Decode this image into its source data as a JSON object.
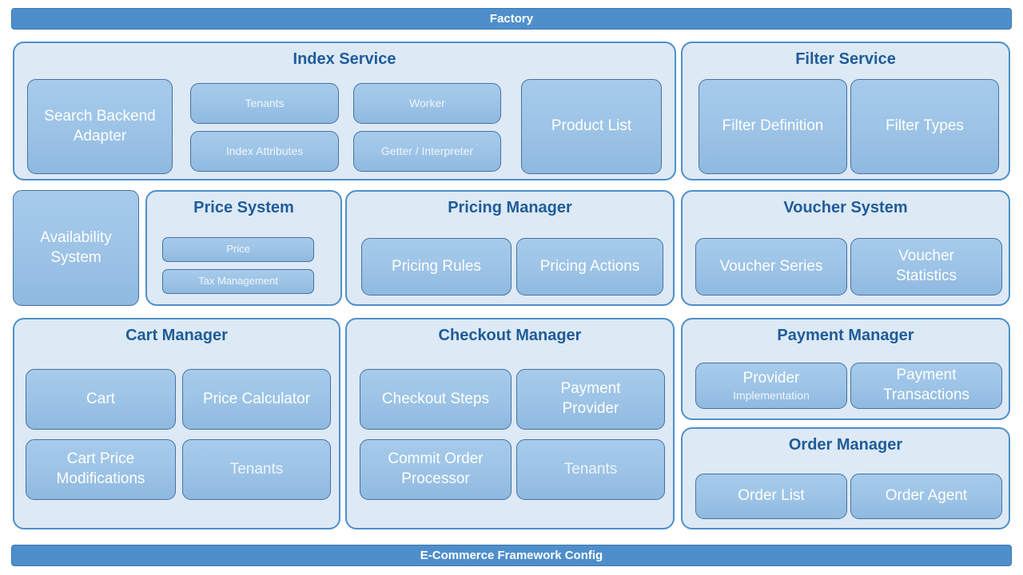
{
  "colors": {
    "bar_blue": "#4e8fcb",
    "bar_border": "#3a78b0",
    "container_fill": "#dde9f5",
    "container_border": "#4e8fcb",
    "box_fill": "#9cc3e6",
    "box_border": "#4472a4",
    "title_text": "#1f5c99"
  },
  "top_bar": {
    "label": "Factory"
  },
  "bottom_bar": {
    "label": "E-Commerce Framework Config"
  },
  "index_service": {
    "title": "Index Service",
    "search_backend_adapter": "Search Backend Adapter",
    "tenants": "Tenants",
    "worker": "Worker",
    "index_attributes": "Index Attributes",
    "getter_interpreter": "Getter / Interpreter",
    "product_list": "Product List"
  },
  "filter_service": {
    "title": "Filter Service",
    "filter_definition": "Filter Definition",
    "filter_types": "Filter Types"
  },
  "availability_system": {
    "label": "Availability System"
  },
  "price_system": {
    "title": "Price System",
    "price": "Price",
    "tax_management": "Tax Management"
  },
  "pricing_manager": {
    "title": "Pricing Manager",
    "pricing_rules": "Pricing Rules",
    "pricing_actions": "Pricing Actions"
  },
  "voucher_system": {
    "title": "Voucher System",
    "voucher_series": "Voucher Series",
    "voucher_statistics": "Voucher Statistics"
  },
  "cart_manager": {
    "title": "Cart Manager",
    "cart": "Cart",
    "price_calculator": "Price Calculator",
    "cart_price_modifications": "Cart Price Modifications",
    "tenants": "Tenants"
  },
  "checkout_manager": {
    "title": "Checkout Manager",
    "checkout_steps": "Checkout Steps",
    "payment_provider": "Payment Provider",
    "commit_order_processor": "Commit Order Processor",
    "tenants": "Tenants"
  },
  "payment_manager": {
    "title": "Payment Manager",
    "provider_line1": "Provider",
    "provider_line2": "Implementation",
    "payment_transactions": "Payment Transactions"
  },
  "order_manager": {
    "title": "Order Manager",
    "order_list": "Order List",
    "order_agent": "Order Agent"
  }
}
